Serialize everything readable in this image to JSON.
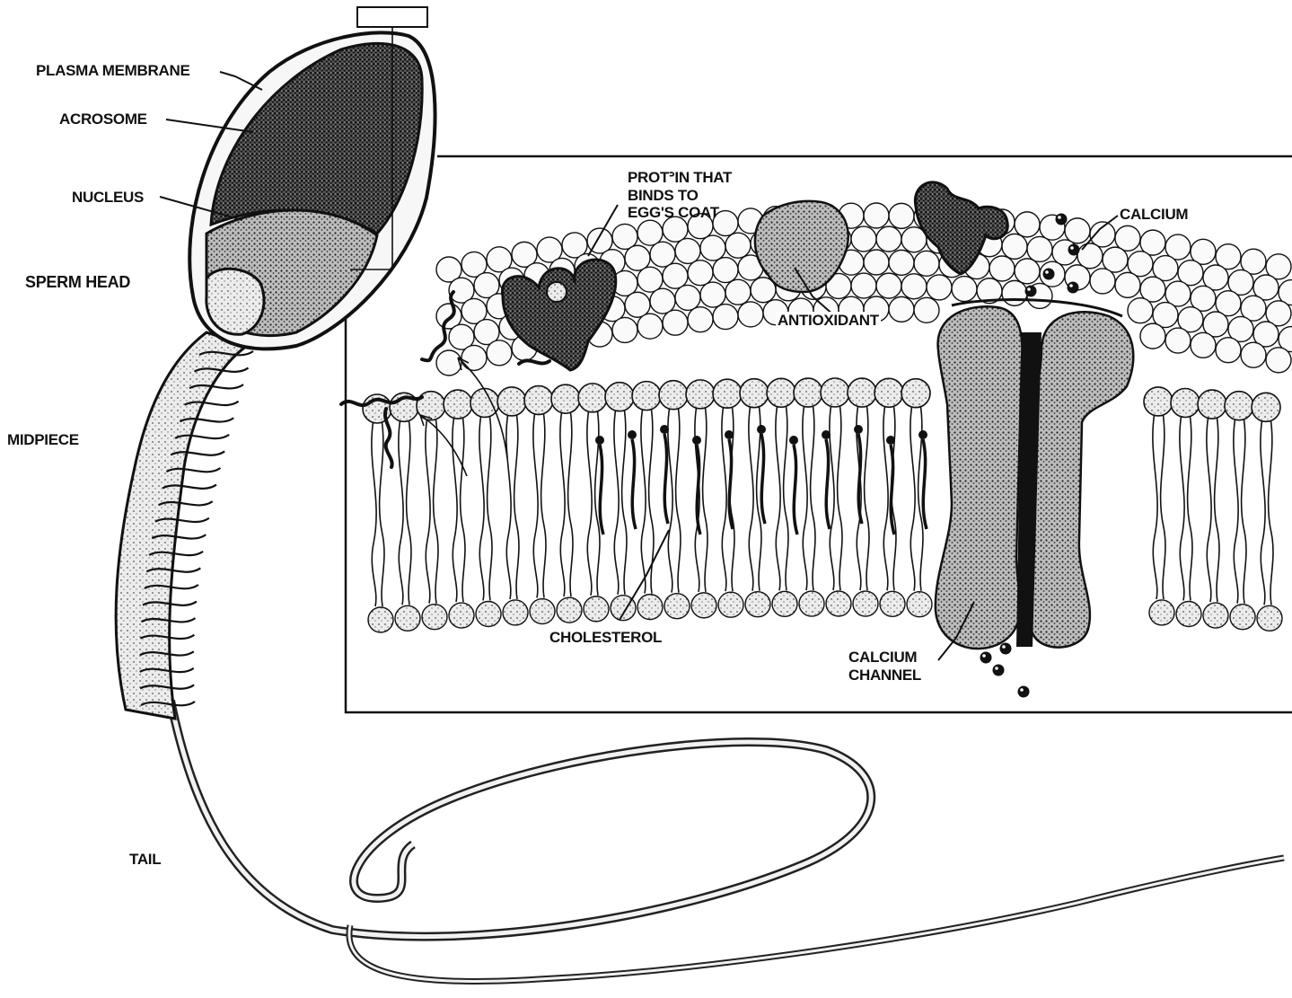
{
  "labels": {
    "plasma_membrane": "PLASMA MEMBRANE",
    "acrosome": "ACROSOME",
    "nucleus": "NUCLEUS",
    "sperm_head": "SPERM HEAD",
    "midpiece": "MIDPIECE",
    "tail": "TAIL",
    "protein": "PROTᐣIN THAT\nBINDS TO\nEGG'S COAT",
    "antioxidant": "ANTIOXIDANT",
    "calcium": "CALCIUM",
    "cholesterol": "CHOLESTEROL",
    "calcium_channel": "CALCIUM\nCHANNEL"
  },
  "colors": {
    "ink": "#111111",
    "paper": "#ffffff",
    "stipple": "#3a3a3a"
  }
}
